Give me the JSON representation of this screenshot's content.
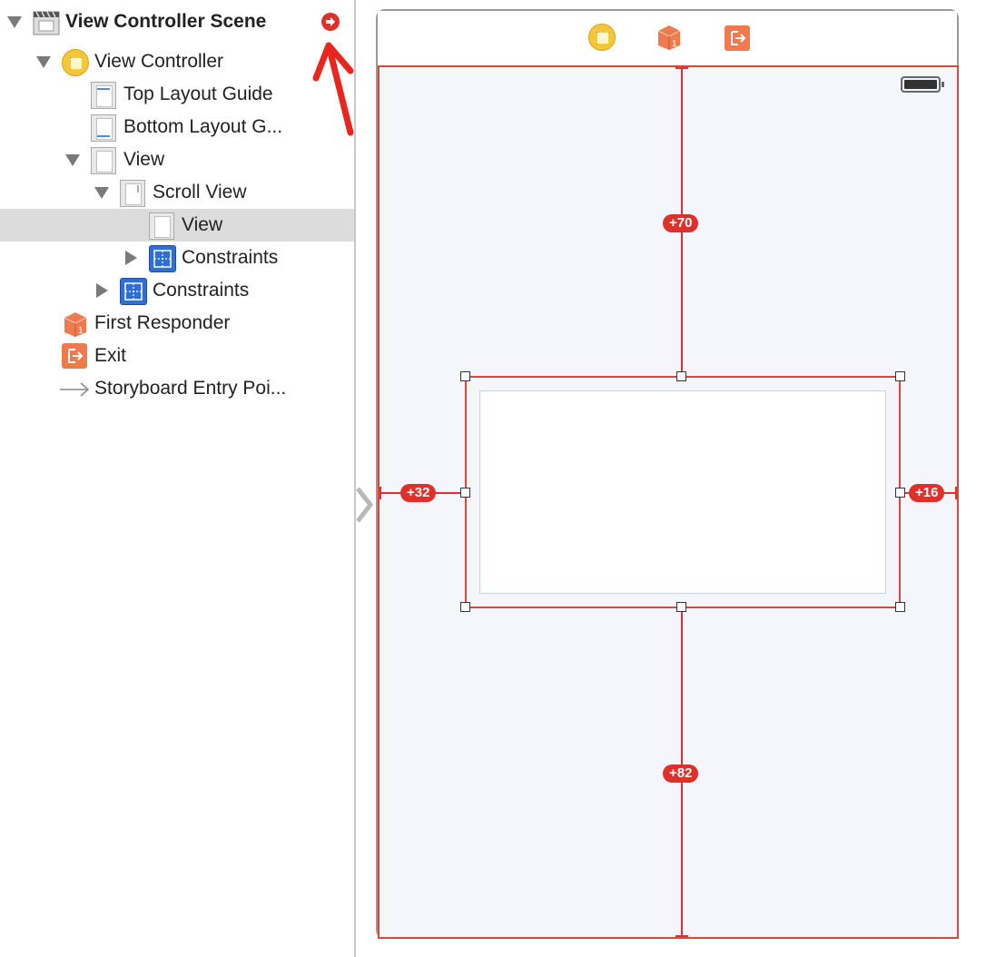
{
  "outline": {
    "scene_title": "View Controller Scene",
    "items": [
      {
        "label": "View Controller",
        "icon": "view-controller-icon"
      },
      {
        "label": "Top Layout Guide",
        "icon": "layout-guide-icon"
      },
      {
        "label": "Bottom Layout G...",
        "icon": "layout-guide-icon"
      },
      {
        "label": "View",
        "icon": "view-icon"
      },
      {
        "label": "Scroll View",
        "icon": "scroll-view-icon"
      },
      {
        "label": "View",
        "icon": "view-icon",
        "selected": true
      },
      {
        "label": "Constraints",
        "icon": "constraints-icon"
      },
      {
        "label": "Constraints",
        "icon": "constraints-icon"
      },
      {
        "label": "First Responder",
        "icon": "first-responder-icon"
      },
      {
        "label": "Exit",
        "icon": "exit-icon"
      },
      {
        "label": "Storyboard Entry Poi...",
        "icon": "entry-point-arrow-icon"
      }
    ]
  },
  "canvas": {
    "constraints": {
      "top": "+70",
      "leading": "+32",
      "trailing": "+16",
      "bottom": "+82"
    }
  },
  "colors": {
    "constraint_red": "#e0302a",
    "canvas_bg": "#f4f6fb",
    "vc_yellow": "#f5c53a",
    "orange": "#ee7a4d",
    "blue": "#2f6fd1"
  }
}
